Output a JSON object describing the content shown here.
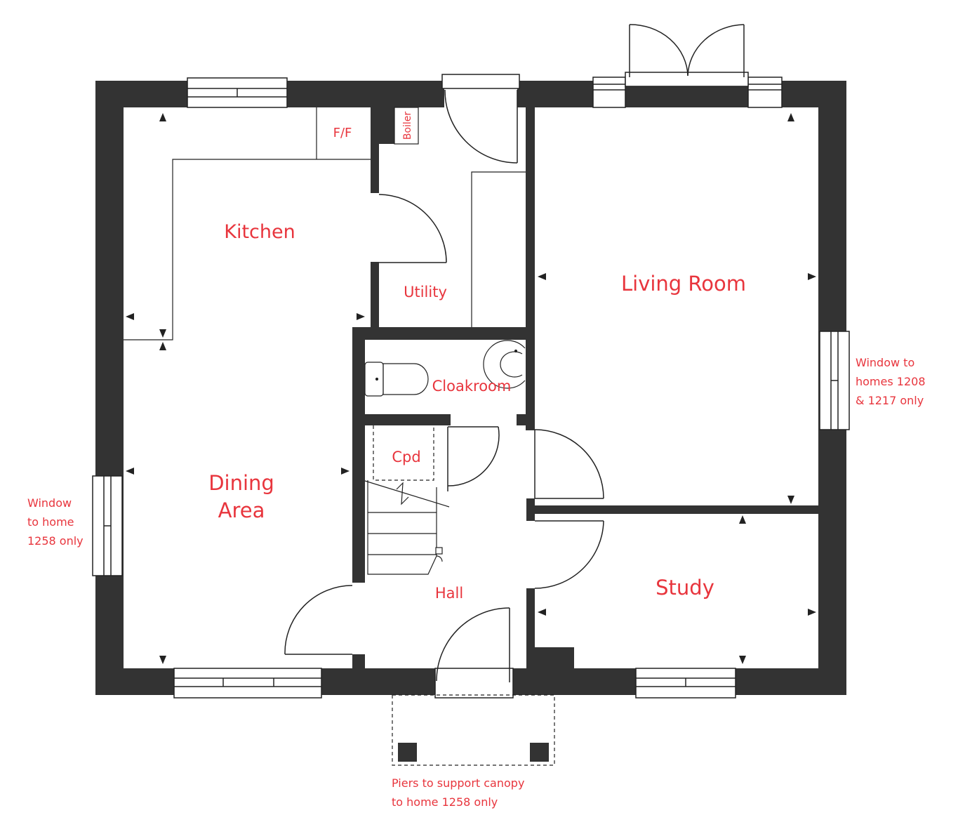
{
  "colors": {
    "wall": "#333333",
    "line": "#222222",
    "label": "#e8353d",
    "background": "#ffffff"
  },
  "rooms": {
    "kitchen": "Kitchen",
    "ff": "F/F",
    "boiler": "Boiler",
    "utility": "Utility",
    "living_room": "Living Room",
    "cloakroom": "Cloakroom",
    "cpd": "Cpd",
    "dining_area_line1": "Dining",
    "dining_area_line2": "Area",
    "hall": "Hall",
    "study": "Study"
  },
  "notes": {
    "window_right": [
      "Window to",
      "homes 1208",
      "& 1217 only"
    ],
    "window_left": [
      "Window",
      "to home",
      "1258 only"
    ],
    "piers": [
      "Piers to support canopy",
      "to home 1258 only"
    ]
  }
}
